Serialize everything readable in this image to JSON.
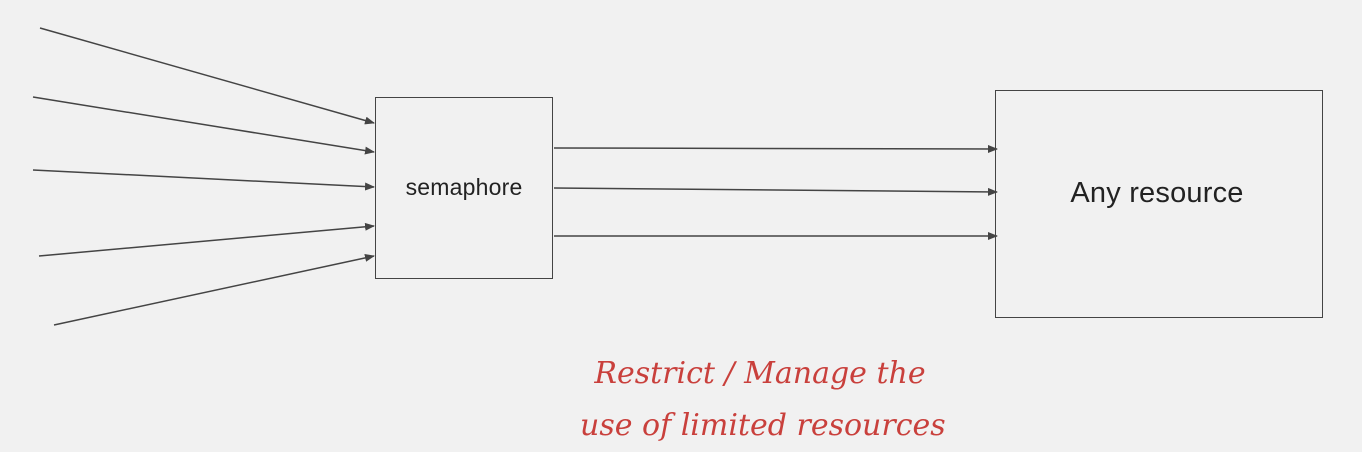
{
  "diagram": {
    "semaphore_label": "semaphore",
    "resource_label": "Any resource",
    "note": {
      "line1": "Restrict / Manage the",
      "line2": "use of limited resources"
    },
    "colors": {
      "background": "#f1f1f1",
      "lines": "#444444",
      "note": "#c9403c"
    },
    "incoming_arrows": 5,
    "outgoing_arrows": 3
  }
}
